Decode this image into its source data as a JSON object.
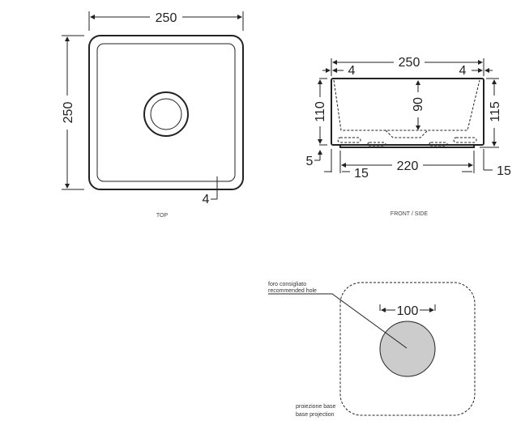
{
  "top_view": {
    "label": "TOP",
    "width_dim": "250",
    "depth_dim": "250",
    "rim_dim": "4"
  },
  "front_view": {
    "label": "FRONT / SIDE",
    "width_dim": "250",
    "rim_left": "4",
    "rim_right": "4",
    "height_dim": "110",
    "inner_depth_dim": "90",
    "total_height_dim": "115",
    "base_height_dim": "5",
    "base_width_dim": "220",
    "base_offset_left": "15",
    "base_offset_right": "15"
  },
  "base_view": {
    "hole_dim": "100",
    "hole_label_it": "foro consigliato",
    "hole_label_en": "recommended hole",
    "projection_label_it": "proiezione base",
    "projection_label_en": "base projection",
    "hole_fill": "#cccccc"
  }
}
